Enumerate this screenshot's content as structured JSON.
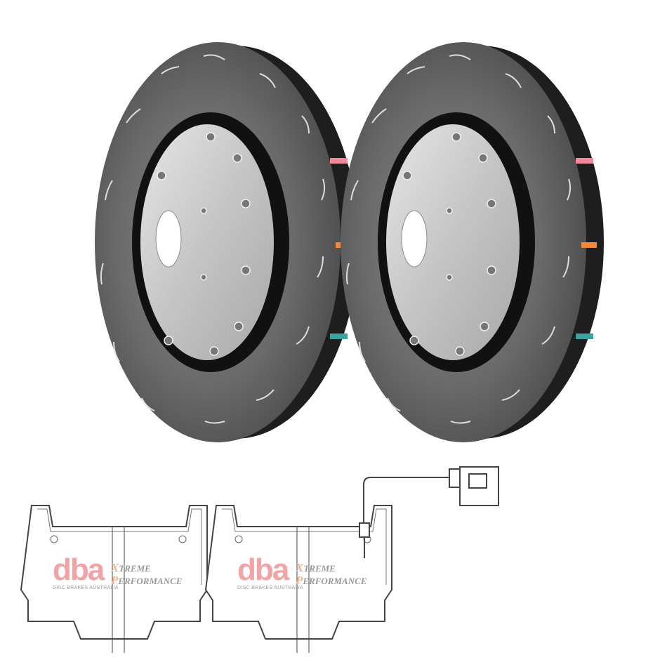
{
  "product": {
    "rotor_count": 2,
    "pad_count": 2,
    "has_wear_sensor": true,
    "colors": {
      "rotor": "#5a5a5a",
      "hub": "#c9c9c9",
      "mark_pink": "#f08a9a",
      "mark_orange": "#f08a3a",
      "mark_teal": "#3aa0a0",
      "logo_pink": "#f1a3a6",
      "logo_orange": "#f5b58e"
    }
  },
  "logos": [
    {
      "brand": "dba",
      "tagline": "DISC BRAKES AUSTRALIA",
      "line1_initial": "X",
      "line1_rest": "TREME",
      "line2_initial": "P",
      "line2_rest": "ERFORMANCE"
    },
    {
      "brand": "dba",
      "tagline": "DISC BRAKES AUSTRALIA",
      "line1_initial": "X",
      "line1_rest": "TREME",
      "line2_initial": "P",
      "line2_rest": "ERFORMANCE"
    }
  ]
}
